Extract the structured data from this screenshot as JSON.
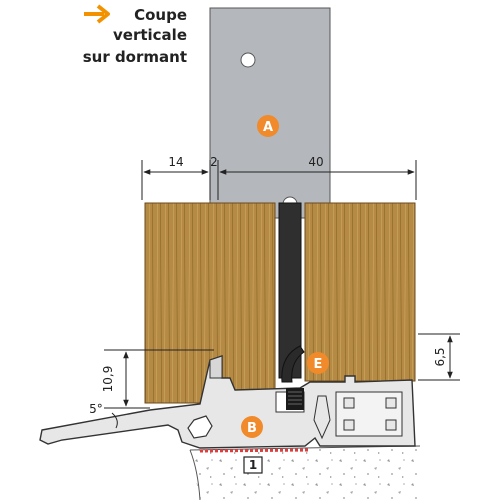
{
  "title": {
    "line1": "Coupe",
    "line2": "verticale",
    "line3": "sur dormant"
  },
  "dimensions": {
    "width_left": "14",
    "gap": "2",
    "width_right": "40",
    "height_left": "10,9",
    "angle": "5°",
    "height_right": "6,5"
  },
  "labels": {
    "A": "A",
    "B": "B",
    "E": "E",
    "ref": "1"
  },
  "colors": {
    "arrow": "#f39200",
    "badge": "#f08a2a",
    "wood": "#b58a44",
    "plate": "#b4b7bb",
    "gasket": "#2f2f2f",
    "profile": "#e7e7e7"
  }
}
